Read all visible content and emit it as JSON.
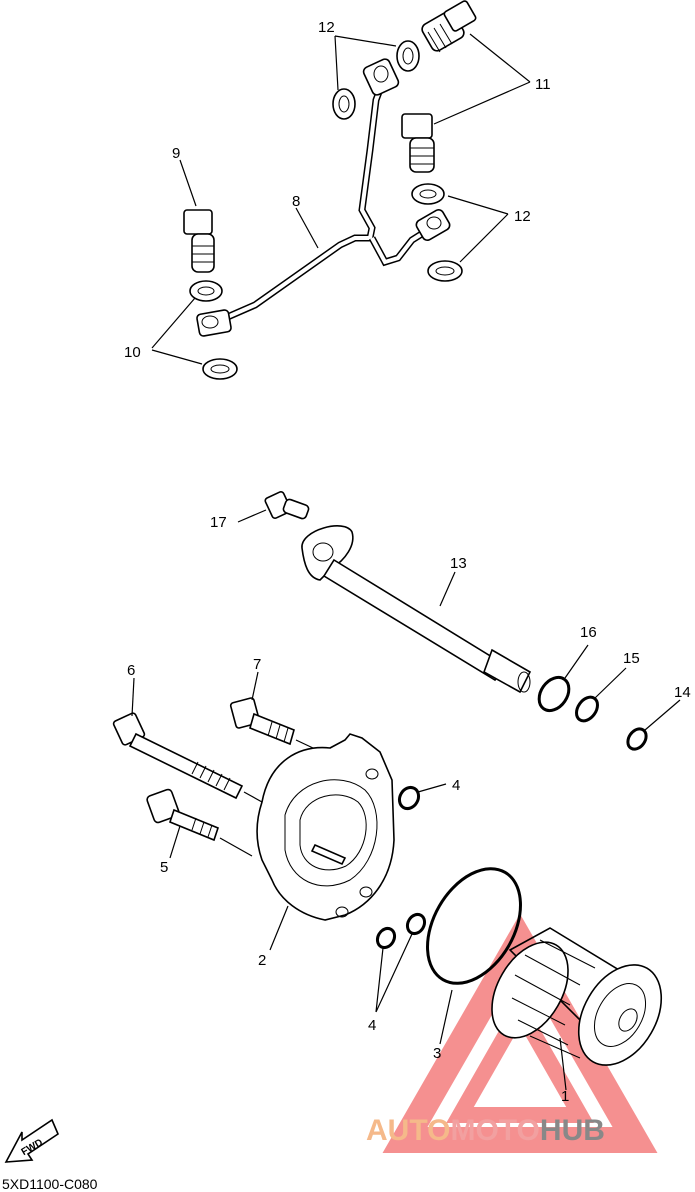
{
  "diagram_code": "5XD1100-C080",
  "fwd_label": "FWD",
  "watermark": {
    "part1": "AUTO",
    "part2": "MOTO",
    "part3": "HUB",
    "color1": "#f5b98a",
    "color2": "#f2a0a0",
    "color3": "#888888",
    "triangle_color": "#f26b6b"
  },
  "callouts": {
    "c1": "1",
    "c2": "2",
    "c3": "3",
    "c4a": "4",
    "c4b": "4",
    "c5": "5",
    "c6": "6",
    "c7": "7",
    "c8": "8",
    "c9": "9",
    "c10": "10",
    "c11": "11",
    "c12a": "12",
    "c12b": "12",
    "c13": "13",
    "c14": "14",
    "c15": "15",
    "c16": "16",
    "c17": "17"
  }
}
